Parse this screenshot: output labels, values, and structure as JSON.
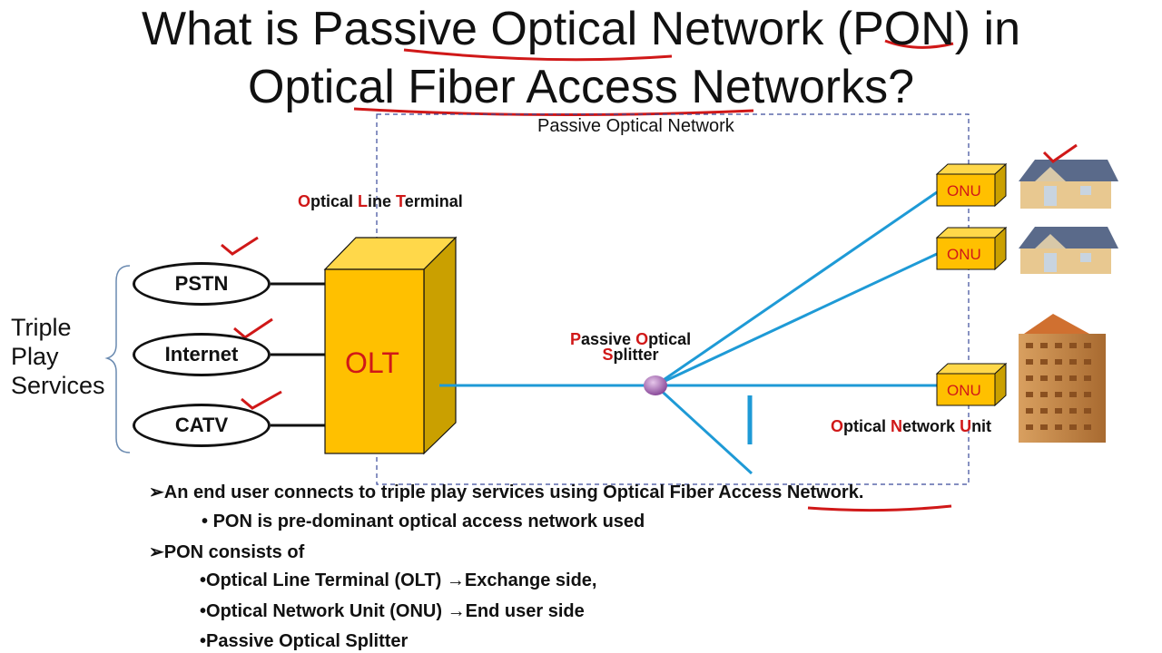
{
  "title": {
    "line1": "What is Passive Optical Network (PON) in",
    "line2": "Optical Fiber Access Networks?"
  },
  "diagram": {
    "pon_box_label": "Passive Optical Network",
    "olt_label": {
      "p1": "O",
      "p2": "ptical ",
      "p3": "L",
      "p4": "ine ",
      "p5": "T",
      "p6": "erminal"
    },
    "olt_text": "OLT",
    "splitter_label": {
      "p1": "P",
      "p2": "assive ",
      "p3": "O",
      "p4": "ptical",
      "p5": "S",
      "p6": "plitter"
    },
    "onu_units": [
      "ONU",
      "ONU",
      "ONU"
    ],
    "onu_label": {
      "p1": "O",
      "p2": "ptical ",
      "p3": "N",
      "p4": "etwork ",
      "p5": "U",
      "p6": "nit"
    },
    "services": [
      "PSTN",
      "Internet",
      "CATV"
    ],
    "triple_play": [
      "Triple",
      "Play",
      "Services"
    ]
  },
  "bullets": {
    "b1": "An end user connects to triple play services using Optical Fiber Access Network.",
    "b1_sub": "PON is pre-dominant optical access network used",
    "b2": "PON consists of",
    "items": [
      "Optical Line Terminal (OLT) →Exchange side,",
      "Optical Network Unit (ONU) →End user side",
      "Passive Optical Splitter"
    ]
  },
  "colors": {
    "accent_red": "#d01818",
    "fiber_blue": "#1e9ad6",
    "olt_yellow": "#ffc000",
    "dashed_box": "#3a4a9a"
  }
}
